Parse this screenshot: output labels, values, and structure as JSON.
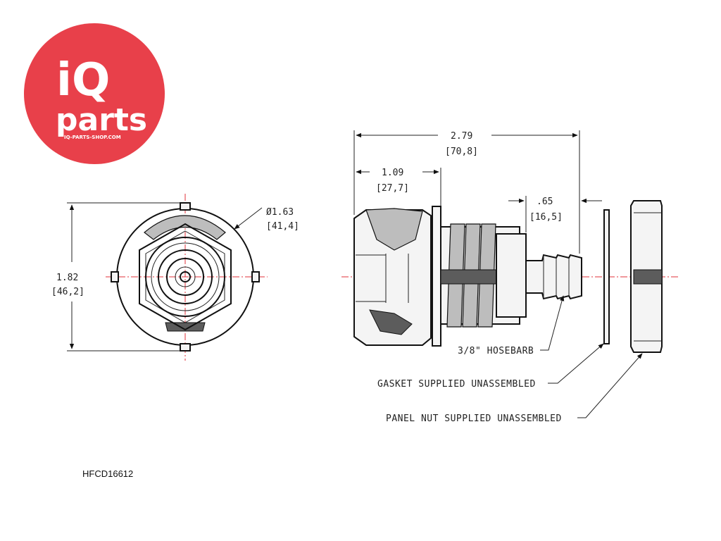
{
  "logo": {
    "brand_top": "iQ",
    "brand_bottom": "parts",
    "website": "IQ-PARTS-SHOP.COM",
    "brand_color": "#e8404a"
  },
  "front_view": {
    "diameter_in": "Ø1.63",
    "diameter_mm": "[41,4]",
    "height_in": "1.82",
    "height_mm": "[46,2]"
  },
  "side_view": {
    "overall_length_in": "2.79",
    "overall_length_mm": "[70,8]",
    "body_length_in": "1.09",
    "body_length_mm": "[27,7]",
    "barb_length_in": ".65",
    "barb_length_mm": "[16,5]"
  },
  "callouts": {
    "hosebarb": "3/8\" HOSEBARB",
    "gasket": "GASKET SUPPLIED UNASSEMBLED",
    "panel_nut": "PANEL NUT SUPPLIED UNASSEMBLED"
  },
  "part_number": "HFCD16612",
  "colors": {
    "centerline": "#e0303a",
    "line": "#111111"
  }
}
